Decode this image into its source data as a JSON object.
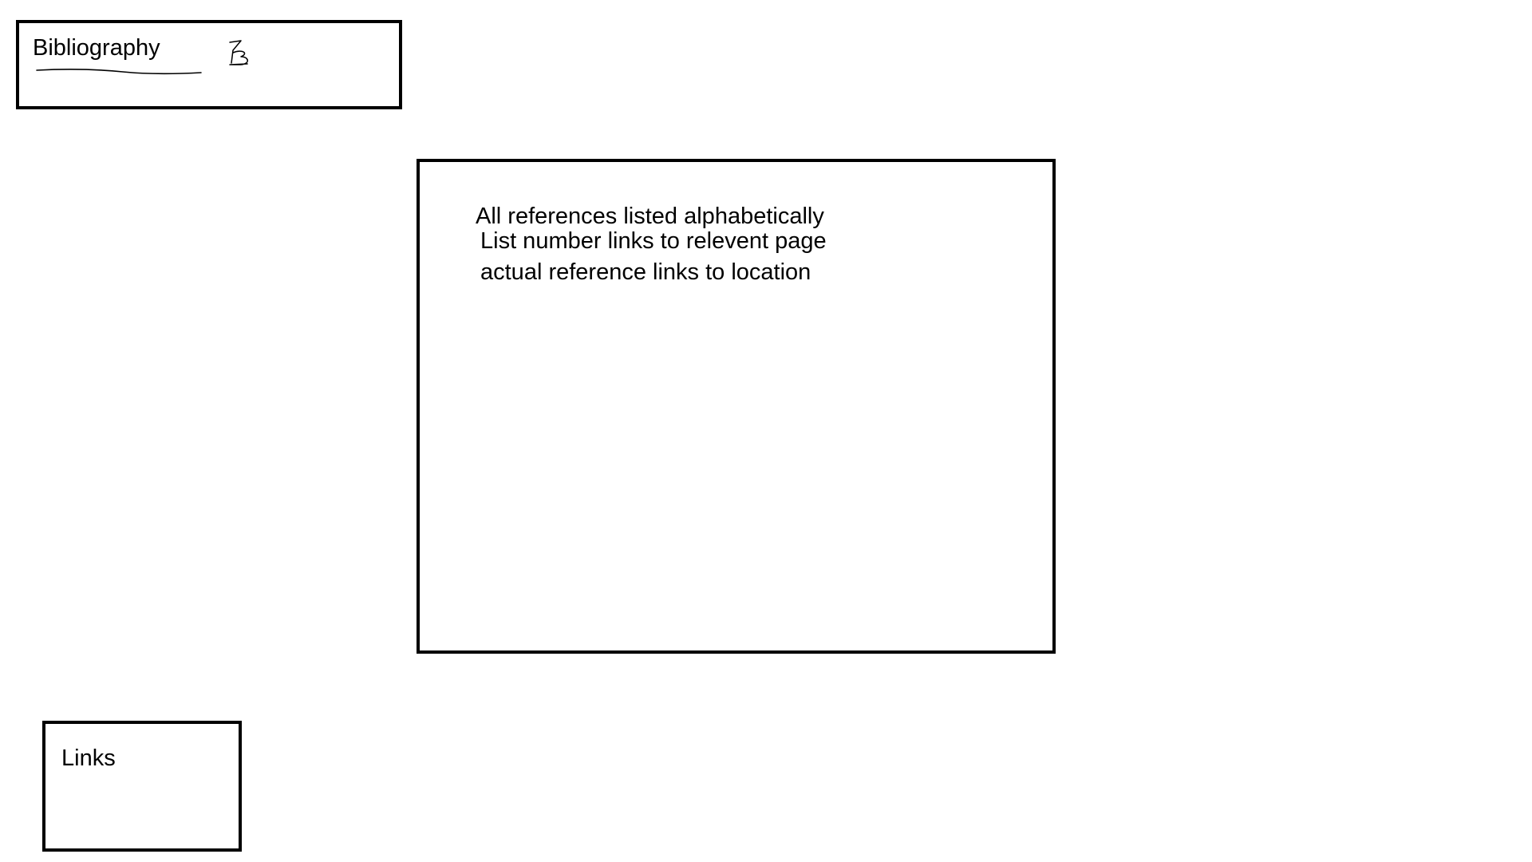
{
  "header": {
    "title": "Bibliography",
    "mark_icon": "handwritten-scribble-icon"
  },
  "content": {
    "lines": [
      "All references listed alphabetically",
      "List number links to relevent page",
      "actual reference links to location"
    ]
  },
  "footer": {
    "links_label": "Links"
  },
  "colors": {
    "stroke": "#000000",
    "background": "#ffffff"
  }
}
